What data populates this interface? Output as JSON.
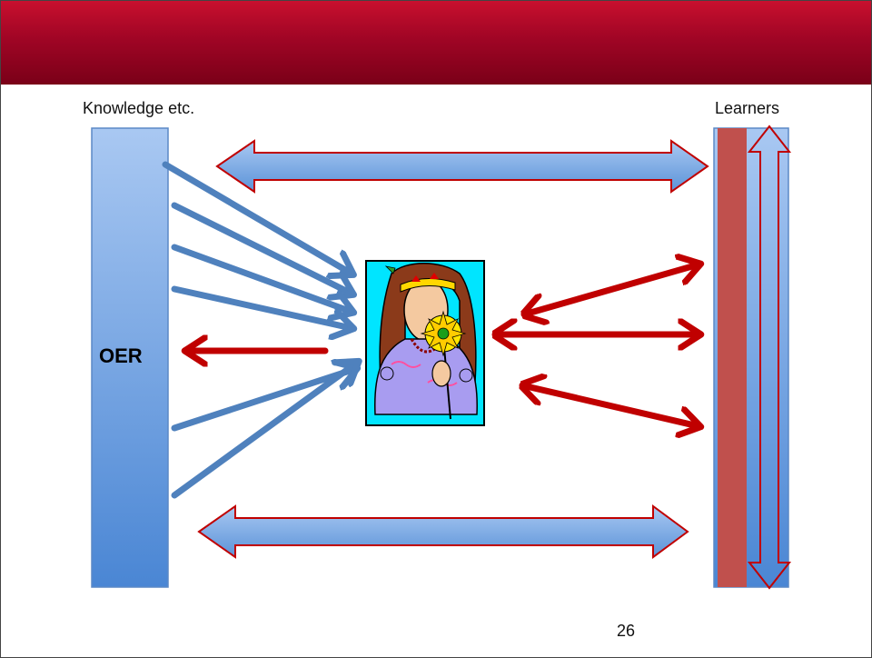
{
  "slide": {
    "title": "",
    "page_number": "26"
  },
  "labels": {
    "knowledge": "Knowledge etc.",
    "learners": "Learners",
    "oer": "OER"
  },
  "colors": {
    "title_bar": "#a00525",
    "blue_fill": "#8fb4e3",
    "blue_stroke": "#4f81bd",
    "red": "#c00000",
    "learner_bar": "#c0504d"
  },
  "image": {
    "subject": "clip-art-person-with-sunflower"
  }
}
